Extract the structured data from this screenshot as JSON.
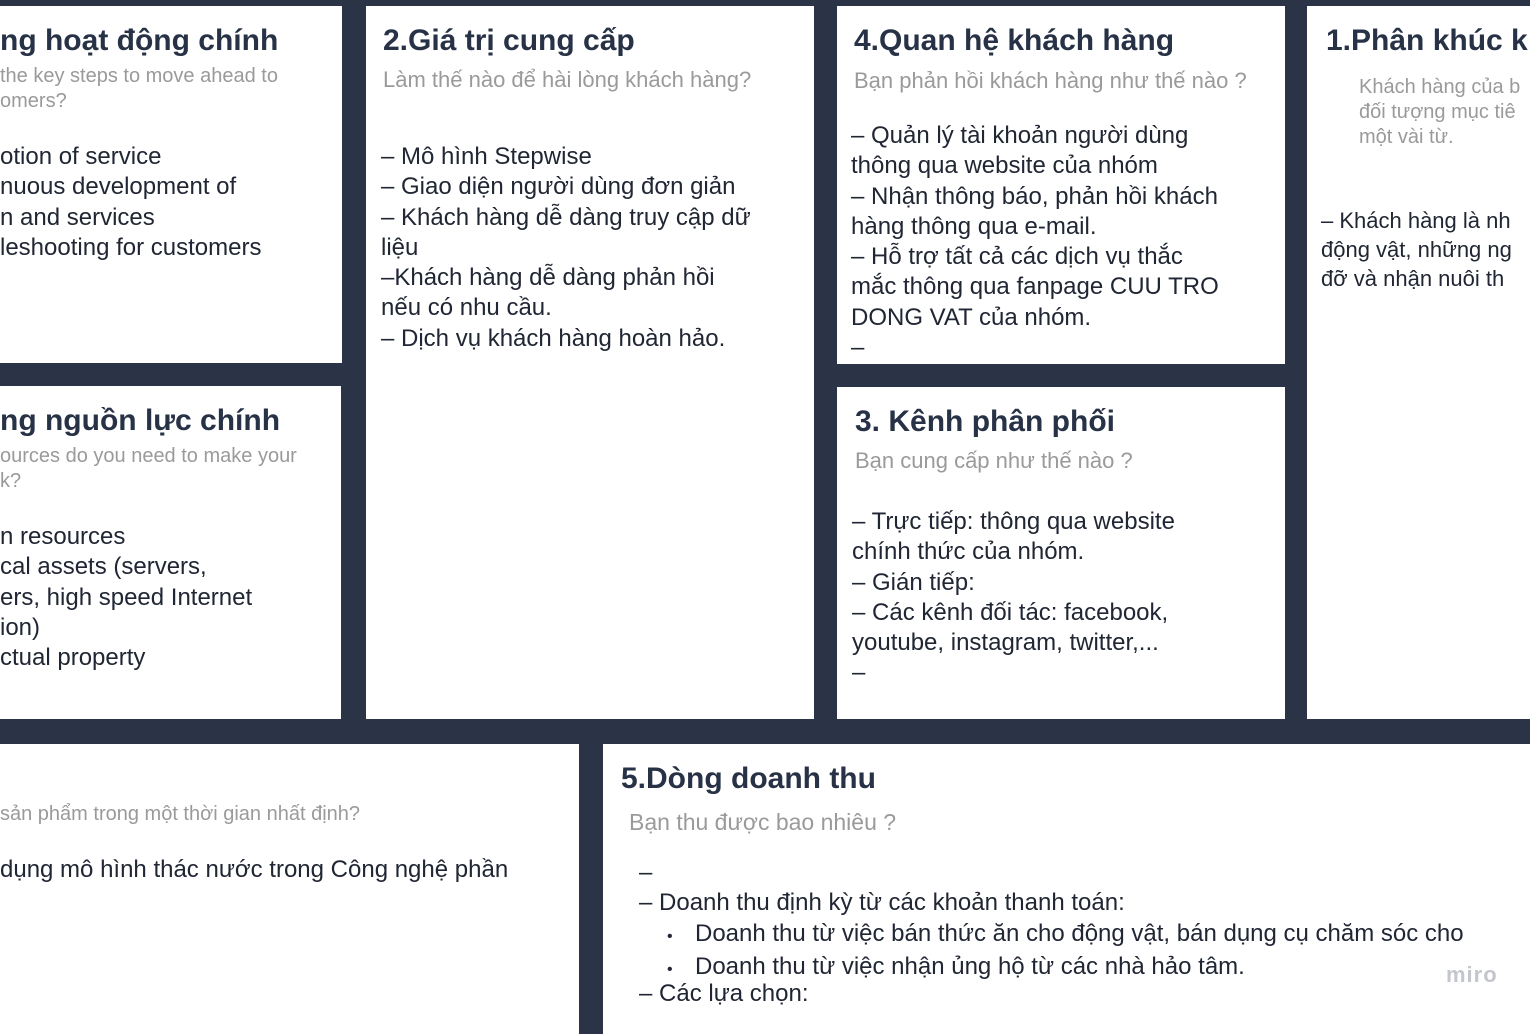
{
  "key_activities": {
    "title": "ng hoạt động chính",
    "question": [
      " the key steps to move ahead to",
      "omers?"
    ],
    "lines": [
      "otion of service",
      "nuous development of",
      "n and services",
      "leshooting for customers"
    ]
  },
  "key_resources": {
    "title": "ng nguồn lực chính",
    "question": [
      "ources do you need to make your",
      "k?"
    ],
    "lines": [
      "n resources",
      "cal assets (servers,",
      "ers, high speed Internet",
      "ion)",
      "ctual property"
    ]
  },
  "value_proposition": {
    "title": "2.Giá trị cung cấp",
    "question": "Làm thế nào để hài lòng khách hàng?",
    "lines": [
      "– Mô hình Stepwise",
      "– Giao diện người dùng đơn giản",
      "– Khách hàng dễ dàng truy cập dữ",
      "liệu",
      "–Khách hàng dễ dàng phản hồi",
      "nếu có nhu cầu.",
      "– Dịch vụ khách hàng hoàn hảo."
    ]
  },
  "customer_relationships": {
    "title": "4.Quan hệ khách hàng",
    "question": "Bạn phản hồi khách hàng như thế nào ?",
    "lines": [
      "– Quản lý tài khoản người dùng",
      "thông qua website của nhóm",
      "– Nhận thông báo, phản hồi khách",
      "hàng thông qua e-mail.",
      "– Hỗ trợ tất cả các dịch vụ thắc",
      "mắc thông qua fanpage CUU TRO",
      "DONG VAT của nhóm.",
      "–"
    ]
  },
  "channels": {
    "title": "3. Kênh phân phối",
    "question": "Bạn cung cấp như thế nào ?",
    "lines": [
      "– Trực tiếp: thông qua website",
      "chính thức của nhóm.",
      "– Gián tiếp:",
      "– Các kênh đối tác: facebook,",
      "youtube, instagram, twitter,...",
      "–"
    ]
  },
  "customer_segments": {
    "title": "1.Phân khúc k",
    "question": [
      "Khách hàng của b",
      "đối tượng mục tiê",
      "một vài từ."
    ],
    "lines": [
      "– Khách hàng là nh",
      "động vật, những ng",
      "đỡ và nhận nuôi th"
    ]
  },
  "cost_structure": {
    "question": "sản phẩm trong một thời gian nhất định?",
    "lines": [
      "dụng mô hình thác nước trong Công nghệ phần"
    ]
  },
  "revenue_streams": {
    "title": "5.Dòng doanh thu",
    "question": "Bạn thu được bao nhiêu ?",
    "line_dash": "–",
    "line_recurring": "–  Doanh thu định kỳ từ các khoản thanh toán:",
    "bullet_char": "•",
    "bullets": [
      "Doanh thu từ việc bán thức ăn cho động vật, bán dụng cụ chăm sóc cho",
      "Doanh thu từ việc nhận ủng hộ từ các nhà hảo tâm."
    ],
    "line_options": "– Các lựa chọn:"
  },
  "watermark": "miro"
}
